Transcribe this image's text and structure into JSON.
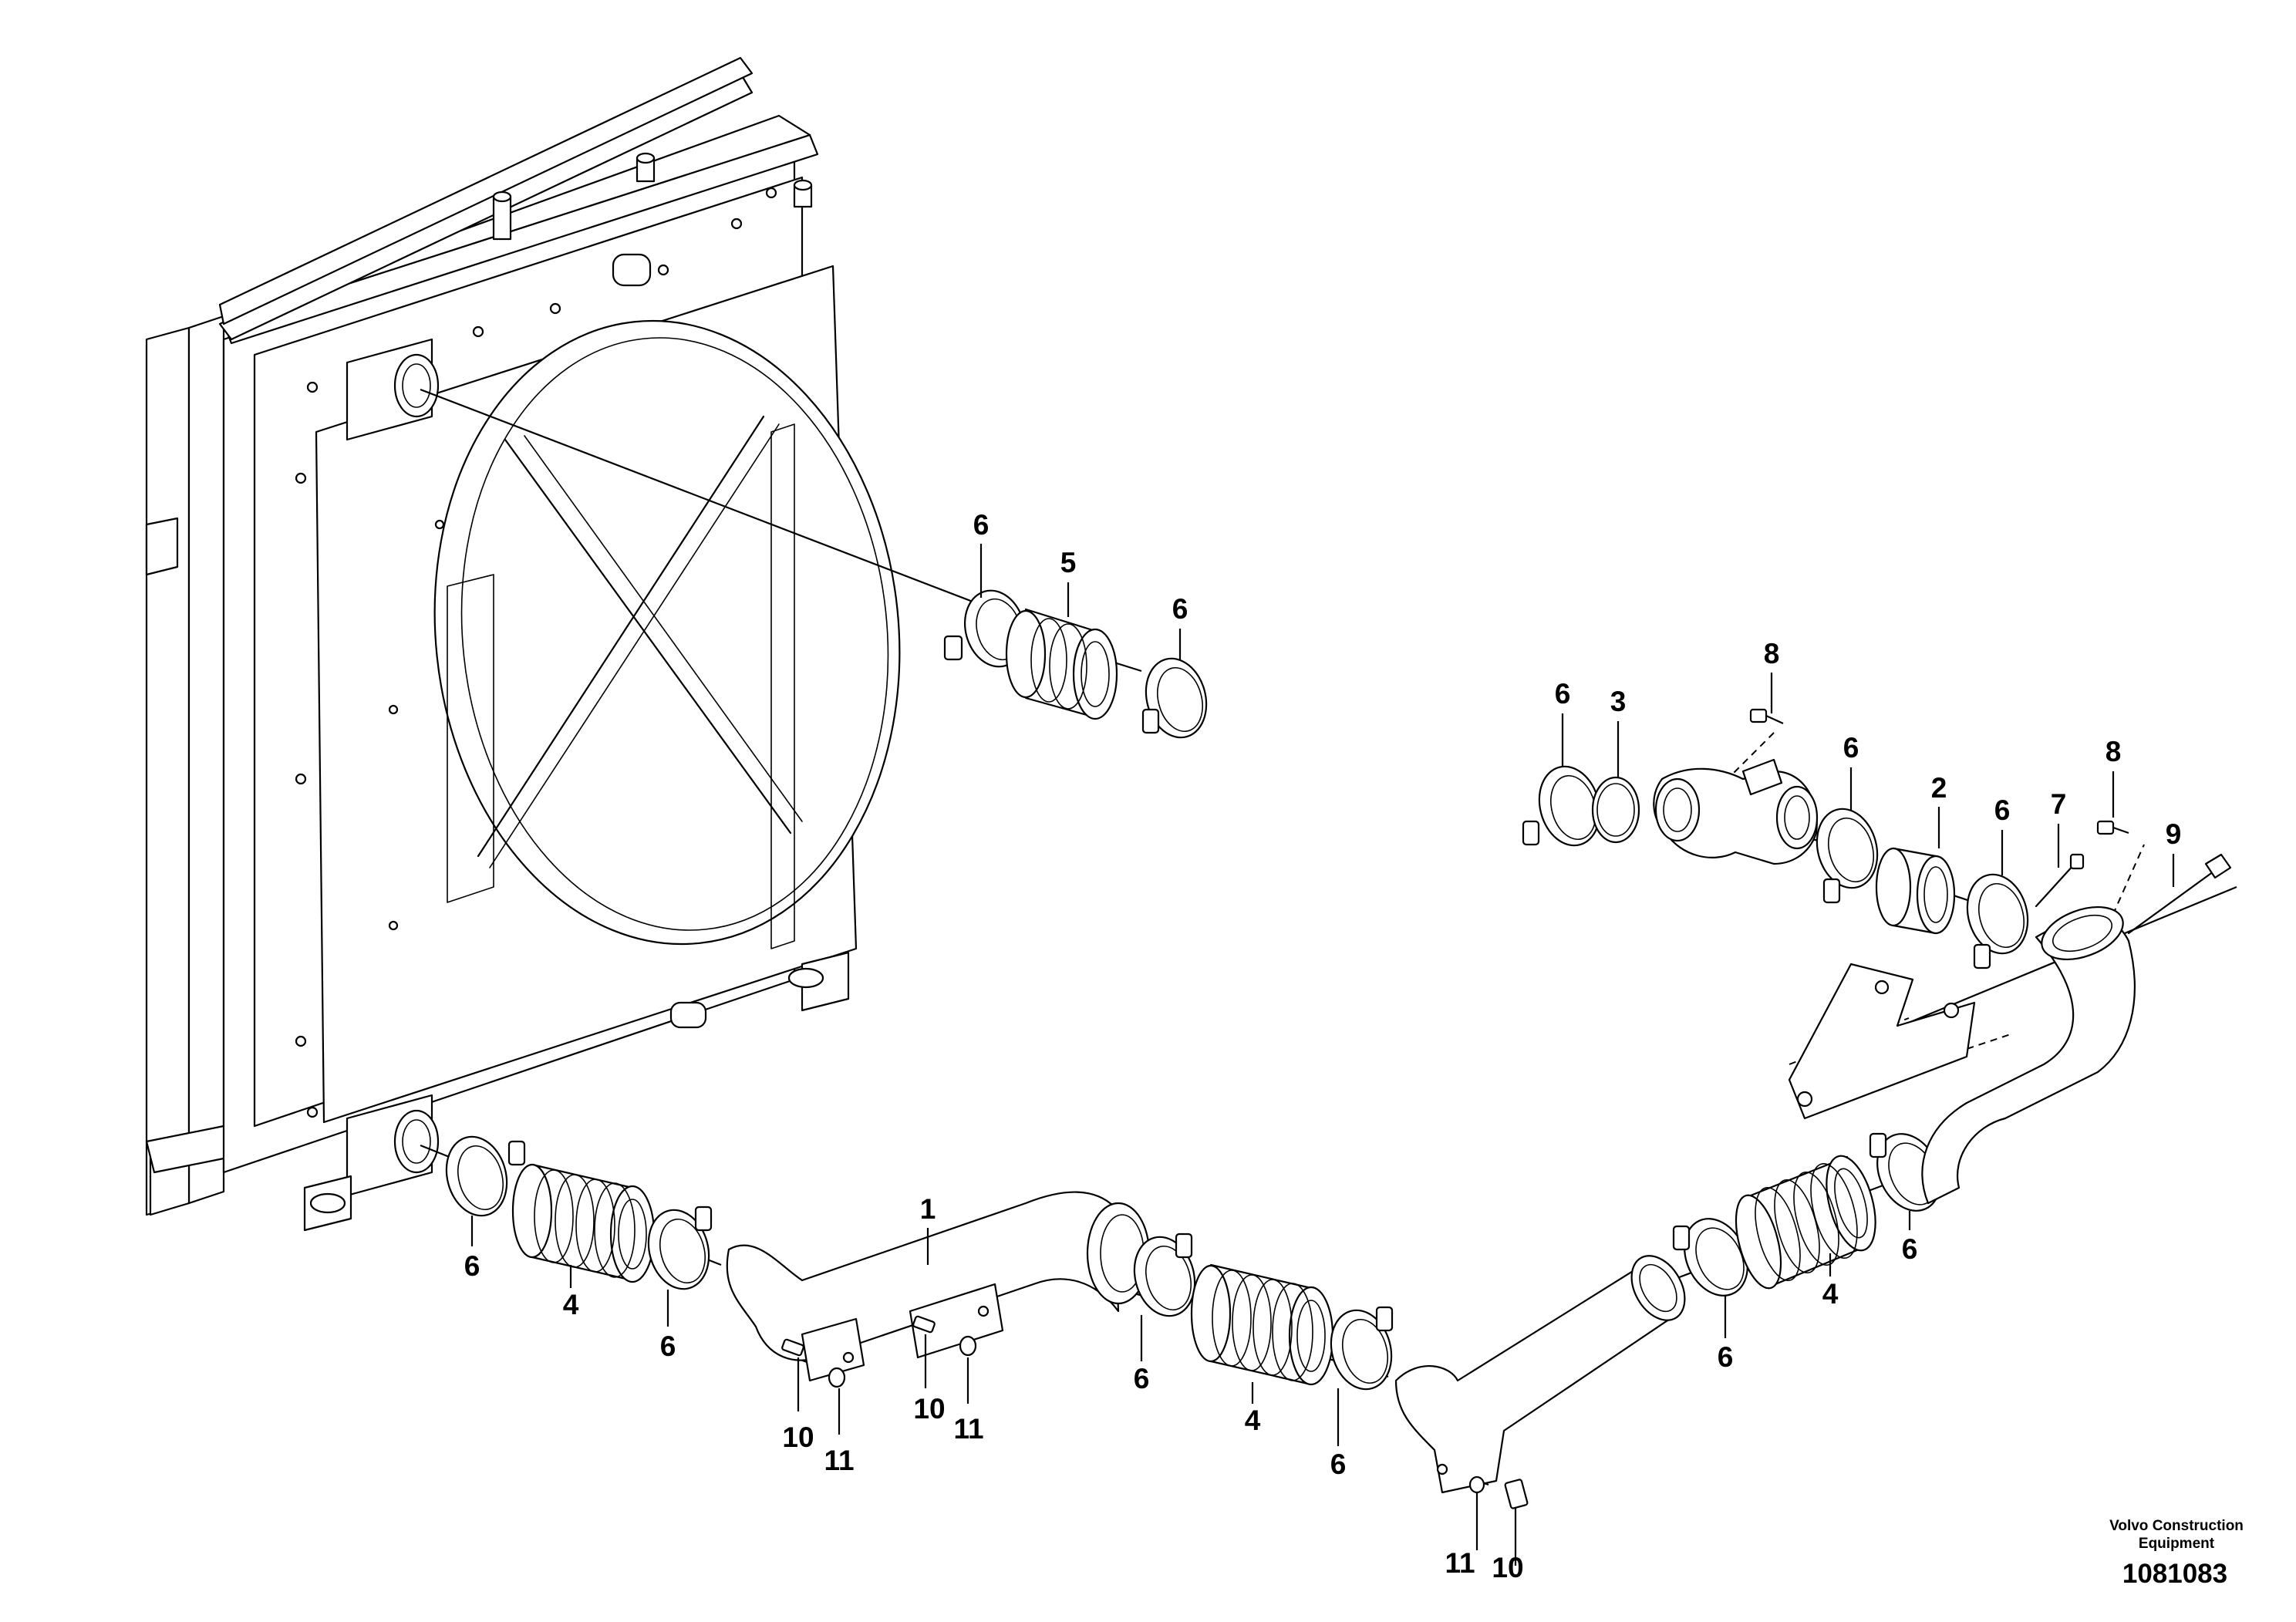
{
  "callouts": [
    {
      "id": "c-6a",
      "text": "6"
    },
    {
      "id": "c-5",
      "text": "5"
    },
    {
      "id": "c-6b",
      "text": "6"
    },
    {
      "id": "c-8a",
      "text": "8"
    },
    {
      "id": "c-6c",
      "text": "6"
    },
    {
      "id": "c-3",
      "text": "3"
    },
    {
      "id": "c-6d",
      "text": "6"
    },
    {
      "id": "c-2",
      "text": "2"
    },
    {
      "id": "c-6e",
      "text": "6"
    },
    {
      "id": "c-7",
      "text": "7"
    },
    {
      "id": "c-8b",
      "text": "8"
    },
    {
      "id": "c-9",
      "text": "9"
    },
    {
      "id": "c-1",
      "text": "1"
    },
    {
      "id": "c-6f",
      "text": "6"
    },
    {
      "id": "c-4a",
      "text": "4"
    },
    {
      "id": "c-6g",
      "text": "6"
    },
    {
      "id": "c-10a",
      "text": "10"
    },
    {
      "id": "c-11a",
      "text": "11"
    },
    {
      "id": "c-10b",
      "text": "10"
    },
    {
      "id": "c-11b",
      "text": "11"
    },
    {
      "id": "c-6h",
      "text": "6"
    },
    {
      "id": "c-4b",
      "text": "4"
    },
    {
      "id": "c-6i",
      "text": "6"
    },
    {
      "id": "c-11c",
      "text": "11"
    },
    {
      "id": "c-10c",
      "text": "10"
    },
    {
      "id": "c-6j",
      "text": "6"
    },
    {
      "id": "c-4c",
      "text": "4"
    },
    {
      "id": "c-6k",
      "text": "6"
    }
  ],
  "footer": {
    "brand_line1": "Volvo Construction",
    "brand_line2": "Equipment",
    "doc_number": "1081083"
  }
}
